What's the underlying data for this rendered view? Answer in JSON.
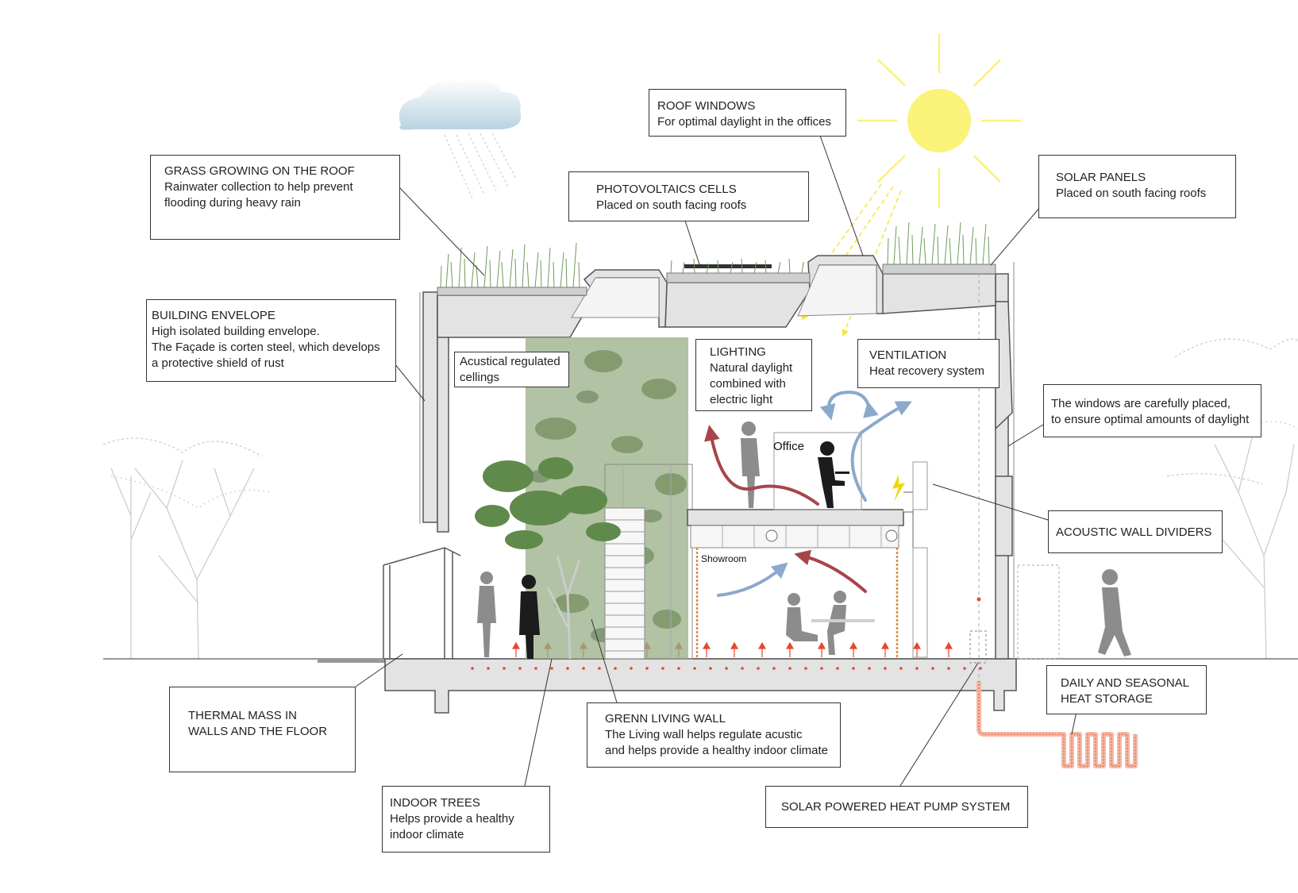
{
  "callouts": {
    "roof_windows": {
      "title": "ROOF  WINDOWS",
      "lines": [
        "For optimal daylight in the offices"
      ]
    },
    "grass_roof": {
      "title": "GRASS GROWING ON THE ROOF",
      "lines": [
        "Rainwater collection to help prevent",
        "flooding during heavy rain"
      ]
    },
    "photovoltaics": {
      "title": "PHOTOVOLTAICS CELLS",
      "lines": [
        "Placed on  south facing roofs"
      ]
    },
    "solar_panels": {
      "title": "SOLAR PANELS",
      "lines": [
        "Placed on  south facing roofs"
      ]
    },
    "building_envelope": {
      "title": "BUILDING ENVELOPE",
      "lines": [
        "High isolated building envelope.",
        "The Façade is corten steel, which develops",
        "a protective shield of rust"
      ]
    },
    "acoustical_ceilings": {
      "title": "Acustical regulated",
      "lines": [
        "cellings"
      ]
    },
    "lighting": {
      "title": "LIGHTING",
      "lines": [
        "Natural daylight",
        "combined with",
        "electric light"
      ]
    },
    "ventilation": {
      "title": "VENTILATION",
      "lines": [
        "Heat recovery system"
      ]
    },
    "windows": {
      "title": "The windows are carefully placed,",
      "lines": [
        "to ensure optimal amounts of daylight"
      ]
    },
    "acoustic_dividers": {
      "title": "ACOUSTIC WALL DIVIDERS",
      "lines": []
    },
    "thermal_mass": {
      "title": "THERMAL MASS IN",
      "lines": [
        "WALLS AND THE FLOOR"
      ]
    },
    "living_wall": {
      "title": "GRENN LIVING WALL",
      "lines": [
        "The Living wall helps regulate acustic",
        "and helps provide a healthy indoor climate"
      ]
    },
    "heat_storage": {
      "title": "DAILY AND SEASONAL",
      "lines": [
        "HEAT STORAGE"
      ]
    },
    "indoor_trees": {
      "title": "INDOOR TREES",
      "lines": [
        "Helps provide a healthy",
        "indoor climate"
      ]
    },
    "heat_pump": {
      "title": "SOLAR POWERED HEAT PUMP SYSTEM",
      "lines": []
    }
  },
  "labels": {
    "office": "Office",
    "showroom": "Showroom"
  },
  "colors": {
    "sun": "#fbf27a",
    "cloud": "#c3d9e6",
    "concrete": "#e3e3e3",
    "living_wall": "#98ad86",
    "heat": "#e8472f",
    "warm_arrow": "#a8454a",
    "cool_arrow": "#8aa9cc",
    "pipe": "#f3b9a4",
    "people_dark": "#1c1c1c",
    "people_grey": "#8c8c8c"
  }
}
